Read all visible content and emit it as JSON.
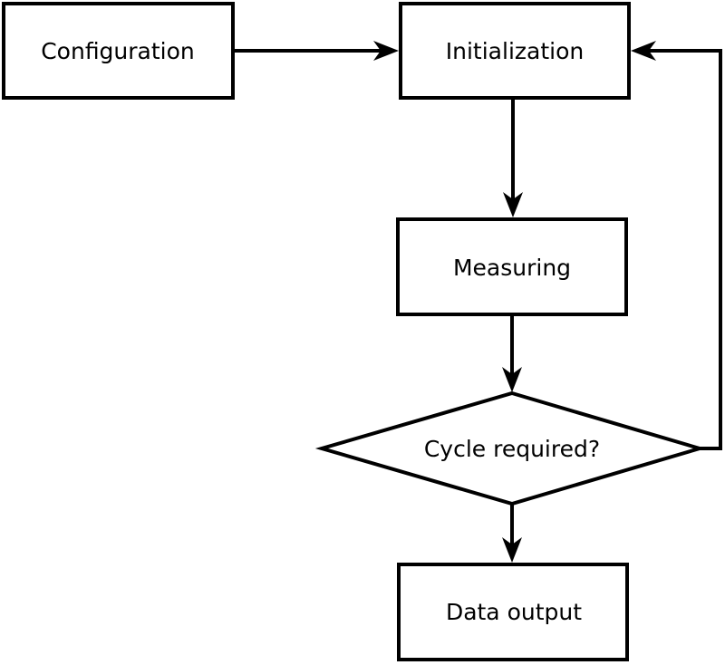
{
  "diagram": {
    "type": "flowchart",
    "colors": {
      "background": "#ffffff",
      "node_fill": "#ffffff",
      "node_stroke": "#000000",
      "edge_stroke": "#000000",
      "text": "#000000"
    },
    "nodes": {
      "configuration": {
        "label": "Configuration",
        "shape": "rect"
      },
      "initialization": {
        "label": "Initialization",
        "shape": "rect"
      },
      "measuring": {
        "label": "Measuring",
        "shape": "rect"
      },
      "cycle_required": {
        "label": "Cycle required?",
        "shape": "diamond"
      },
      "data_output": {
        "label": "Data output",
        "shape": "rect"
      }
    },
    "edges": [
      {
        "from": "configuration",
        "to": "initialization",
        "style": "arrow"
      },
      {
        "from": "initialization",
        "to": "measuring",
        "style": "arrow"
      },
      {
        "from": "measuring",
        "to": "cycle_required",
        "style": "arrow"
      },
      {
        "from": "cycle_required",
        "to": "data_output",
        "style": "arrow"
      },
      {
        "from": "cycle_required",
        "to": "initialization",
        "style": "arrow-loopback"
      }
    ]
  }
}
